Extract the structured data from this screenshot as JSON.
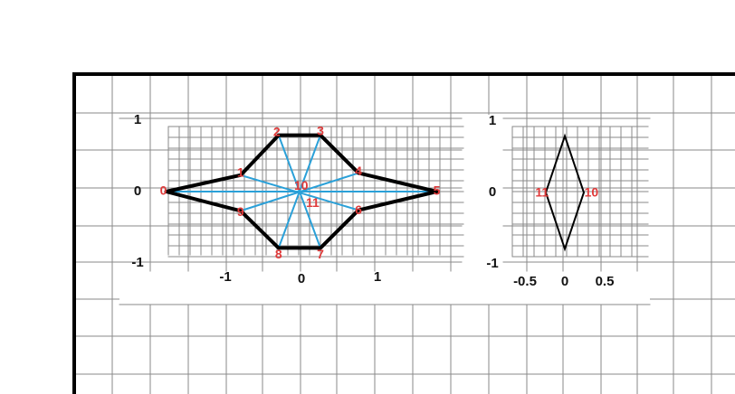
{
  "colors": {
    "grid": "#8a8a8a",
    "frame": "#000000",
    "outline": "#000000",
    "spokes": "#2aa0d8",
    "vertex_labels": "#e03a3a",
    "axis_text": "#111111"
  },
  "left_diagram": {
    "y_ticks": [
      {
        "value": 1,
        "label": "1"
      },
      {
        "value": 0,
        "label": "0"
      },
      {
        "value": -1,
        "label": "-1"
      }
    ],
    "x_ticks": [
      {
        "value": -1,
        "label": "-1"
      },
      {
        "value": 0,
        "label": "0"
      },
      {
        "value": 1,
        "label": "1"
      }
    ],
    "outline_vertices": [
      {
        "id": "0",
        "x": -1.78,
        "y": 0.0
      },
      {
        "id": "1",
        "x": -0.8,
        "y": 0.23
      },
      {
        "id": "2",
        "x": -0.3,
        "y": 0.79
      },
      {
        "id": "3",
        "x": 0.25,
        "y": 0.79
      },
      {
        "id": "4",
        "x": 0.75,
        "y": 0.26
      },
      {
        "id": "5",
        "x": 1.78,
        "y": 0.0
      },
      {
        "id": "6",
        "x": 0.75,
        "y": -0.26
      },
      {
        "id": "7",
        "x": 0.25,
        "y": -0.79
      },
      {
        "id": "8",
        "x": -0.3,
        "y": -0.79
      },
      {
        "id": "9",
        "x": -0.8,
        "y": -0.27
      }
    ],
    "center_labels": [
      {
        "id": "10",
        "x": -0.05,
        "y": 0.07
      },
      {
        "id": "11",
        "x": 0.1,
        "y": -0.17
      }
    ],
    "spoke_pairs": [
      [
        "0",
        "5"
      ],
      [
        "1",
        "6"
      ],
      [
        "2",
        "7"
      ],
      [
        "3",
        "8"
      ],
      [
        "4",
        "9"
      ]
    ]
  },
  "right_diagram": {
    "y_ticks": [
      {
        "value": 1,
        "label": "1"
      },
      {
        "value": 0,
        "label": "0"
      },
      {
        "value": -1,
        "label": "-1"
      }
    ],
    "x_ticks": [
      {
        "value": -0.5,
        "label": "-0.5"
      },
      {
        "value": 0,
        "label": "0"
      },
      {
        "value": 0.5,
        "label": "0.5"
      }
    ],
    "rhombus_vertices": [
      {
        "x": 0.0,
        "y": 0.79
      },
      {
        "x": 0.25,
        "y": 0.0
      },
      {
        "x": 0.0,
        "y": -0.79
      },
      {
        "x": -0.25,
        "y": 0.0
      }
    ],
    "vertex_labels": [
      {
        "id": "11",
        "x": -0.3,
        "y": 0.0
      },
      {
        "id": "10",
        "x": 0.35,
        "y": 0.0
      }
    ]
  }
}
